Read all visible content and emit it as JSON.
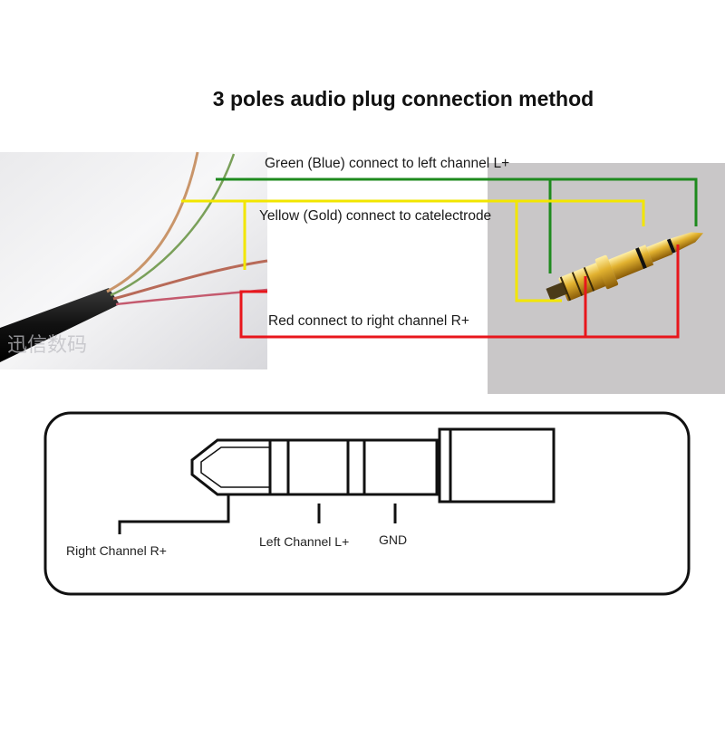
{
  "title": "3 poles audio plug connection method",
  "wire_labels": {
    "green": "Green (Blue) connect to left channel L+",
    "yellow": "Yellow (Gold) connect to catelectrode",
    "red": "Red connect to right channel R+"
  },
  "pin_labels": {
    "right": "Right Channel R+",
    "left": "Left Channel L+",
    "gnd": "GND"
  },
  "watermark": "迅信数码",
  "colors": {
    "green_wire": "#1e8a1e",
    "yellow_wire": "#f2e600",
    "red_wire": "#e8161c",
    "plug_gold": "#d9a521",
    "photo_gray": "#c9c7c8"
  }
}
